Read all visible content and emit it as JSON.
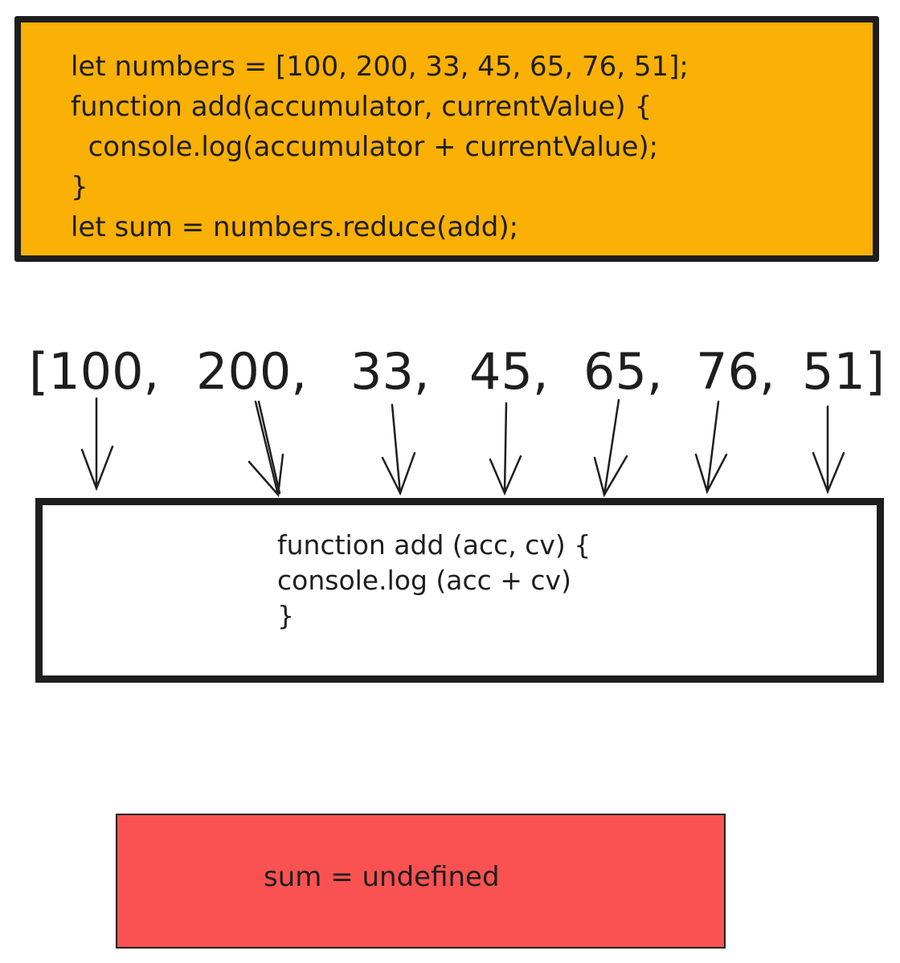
{
  "code_block": {
    "lines": [
      "let numbers = [100, 200, 33, 45, 65, 76, 51];",
      "function add(accumulator, currentValue) {",
      "  console.log(accumulator + currentValue);",
      "}",
      "let sum = numbers.reduce(add);"
    ],
    "background": "#fab005"
  },
  "array": {
    "items": [
      "[100,",
      "200,",
      "33,",
      "45,",
      "65,",
      "76,",
      "51]"
    ]
  },
  "function_box": {
    "lines": [
      "function add (acc, cv) {",
      "console.log (acc + cv)",
      "}"
    ],
    "background": "#ffffff"
  },
  "result": {
    "text": "sum = undefined",
    "background": "#fa5252"
  }
}
